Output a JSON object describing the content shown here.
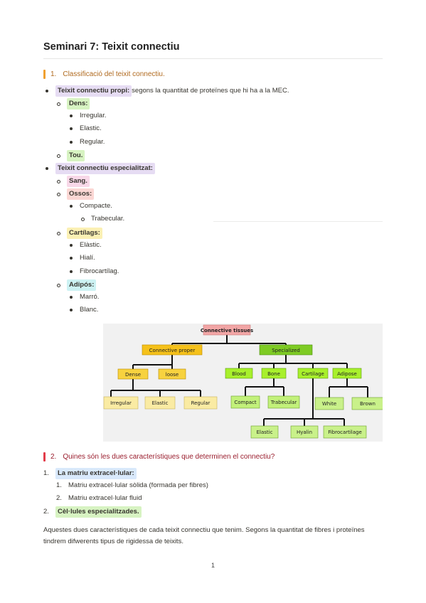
{
  "title": "Seminari 7: Teixit connectiu",
  "section1": {
    "number": "1.",
    "label": "Classificació del teixit connectiu.",
    "l1": "Teixit connectiu propi:",
    "l1_rest": " segons la quantitat de proteïnes que hi ha a la MEC.",
    "dens": "Dens:",
    "irregular": "Irregular.",
    "elastic": "Elastic.",
    "regular": "Regular.",
    "tou": "Tou.",
    "l2": "Teixit connectiu especialitzat:",
    "sang": "Sang.",
    "ossos": "Ossos:",
    "compacte": "Compacte.",
    "trabecular": "Trabecular.",
    "cartilags": "Cartílags:",
    "elastic2": "Elàstic.",
    "hiali": "Hialí.",
    "fibro": "Fibrocartílag.",
    "adipos": "Adipós:",
    "marro": "Marró.",
    "blanc": "Blanc."
  },
  "diagram": {
    "root": "Connective tissues",
    "proper": "Connective proper",
    "specialized": "Specialized",
    "dense": "Dense",
    "loose": "loose",
    "irregular": "Irregular",
    "elastic": "Elastic",
    "regular": "Regular",
    "blood": "Blood",
    "bone": "Bone",
    "cartilage": "Cartilage",
    "adipose": "Adipose",
    "compact": "Compact",
    "trabecular": "Trabecular",
    "white": "White",
    "brown": "Brown",
    "c_elastic": "Elastic",
    "c_hyalin": "Hyalin",
    "c_fibro": "Fibrocartilage"
  },
  "section2": {
    "number": "2.",
    "label": "Quines són les dues característiques que determinen el connectiu?",
    "item1_num": "1.",
    "item1": "La matriu extracel·lular:",
    "sub1_num": "1.",
    "sub1": "Matriu extracel·lular sòlida (formada per fibres)",
    "sub2_num": "2.",
    "sub2": "Matriu extracel·lular fluid",
    "item2_num": "2.",
    "item2": "Cèl·lules especialitzades.",
    "para": "Aquestes dues característiques de cada teixit connectiu que tenim. Segons la quantitat de fibres i proteïnes tindrem difwerents tipus de rigidessa de teixits."
  },
  "page_number": "1"
}
